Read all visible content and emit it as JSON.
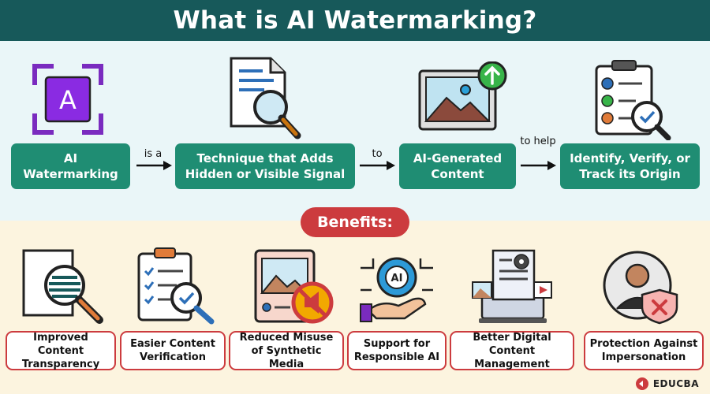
{
  "title": "What is AI Watermarking?",
  "flow": {
    "steps": [
      {
        "label": "AI Watermarking"
      },
      {
        "label": "Technique that Adds Hidden or Visible Signal"
      },
      {
        "label": "AI-Generated Content"
      },
      {
        "label": "Identify, Verify, or Track its Origin"
      }
    ],
    "connectors": [
      "is a",
      "to",
      "to help"
    ],
    "icon_letter": "A"
  },
  "benefits": {
    "heading": "Benefits:",
    "items": [
      {
        "label": "Improved Content Transparency",
        "icon": "document-magnifier-icon"
      },
      {
        "label": "Easier Content Verification",
        "icon": "clipboard-check-icon"
      },
      {
        "label": "Reduced Misuse of Synthetic Media",
        "icon": "media-block-icon"
      },
      {
        "label": "Support for Responsible AI",
        "icon": "ai-gear-hand-icon"
      },
      {
        "label": "Better Digital Content Management",
        "icon": "digital-content-icon"
      },
      {
        "label": "Protection Against Impersonation",
        "icon": "user-shield-icon"
      }
    ],
    "ai_badge": "AI"
  },
  "brand": {
    "name": "EDUCBA"
  },
  "colors": {
    "header": "#17595a",
    "step": "#1f8d73",
    "benefit": "#cc3b3e",
    "flow_bg": "#eaf6f8",
    "benefit_bg": "#fcf4df"
  }
}
